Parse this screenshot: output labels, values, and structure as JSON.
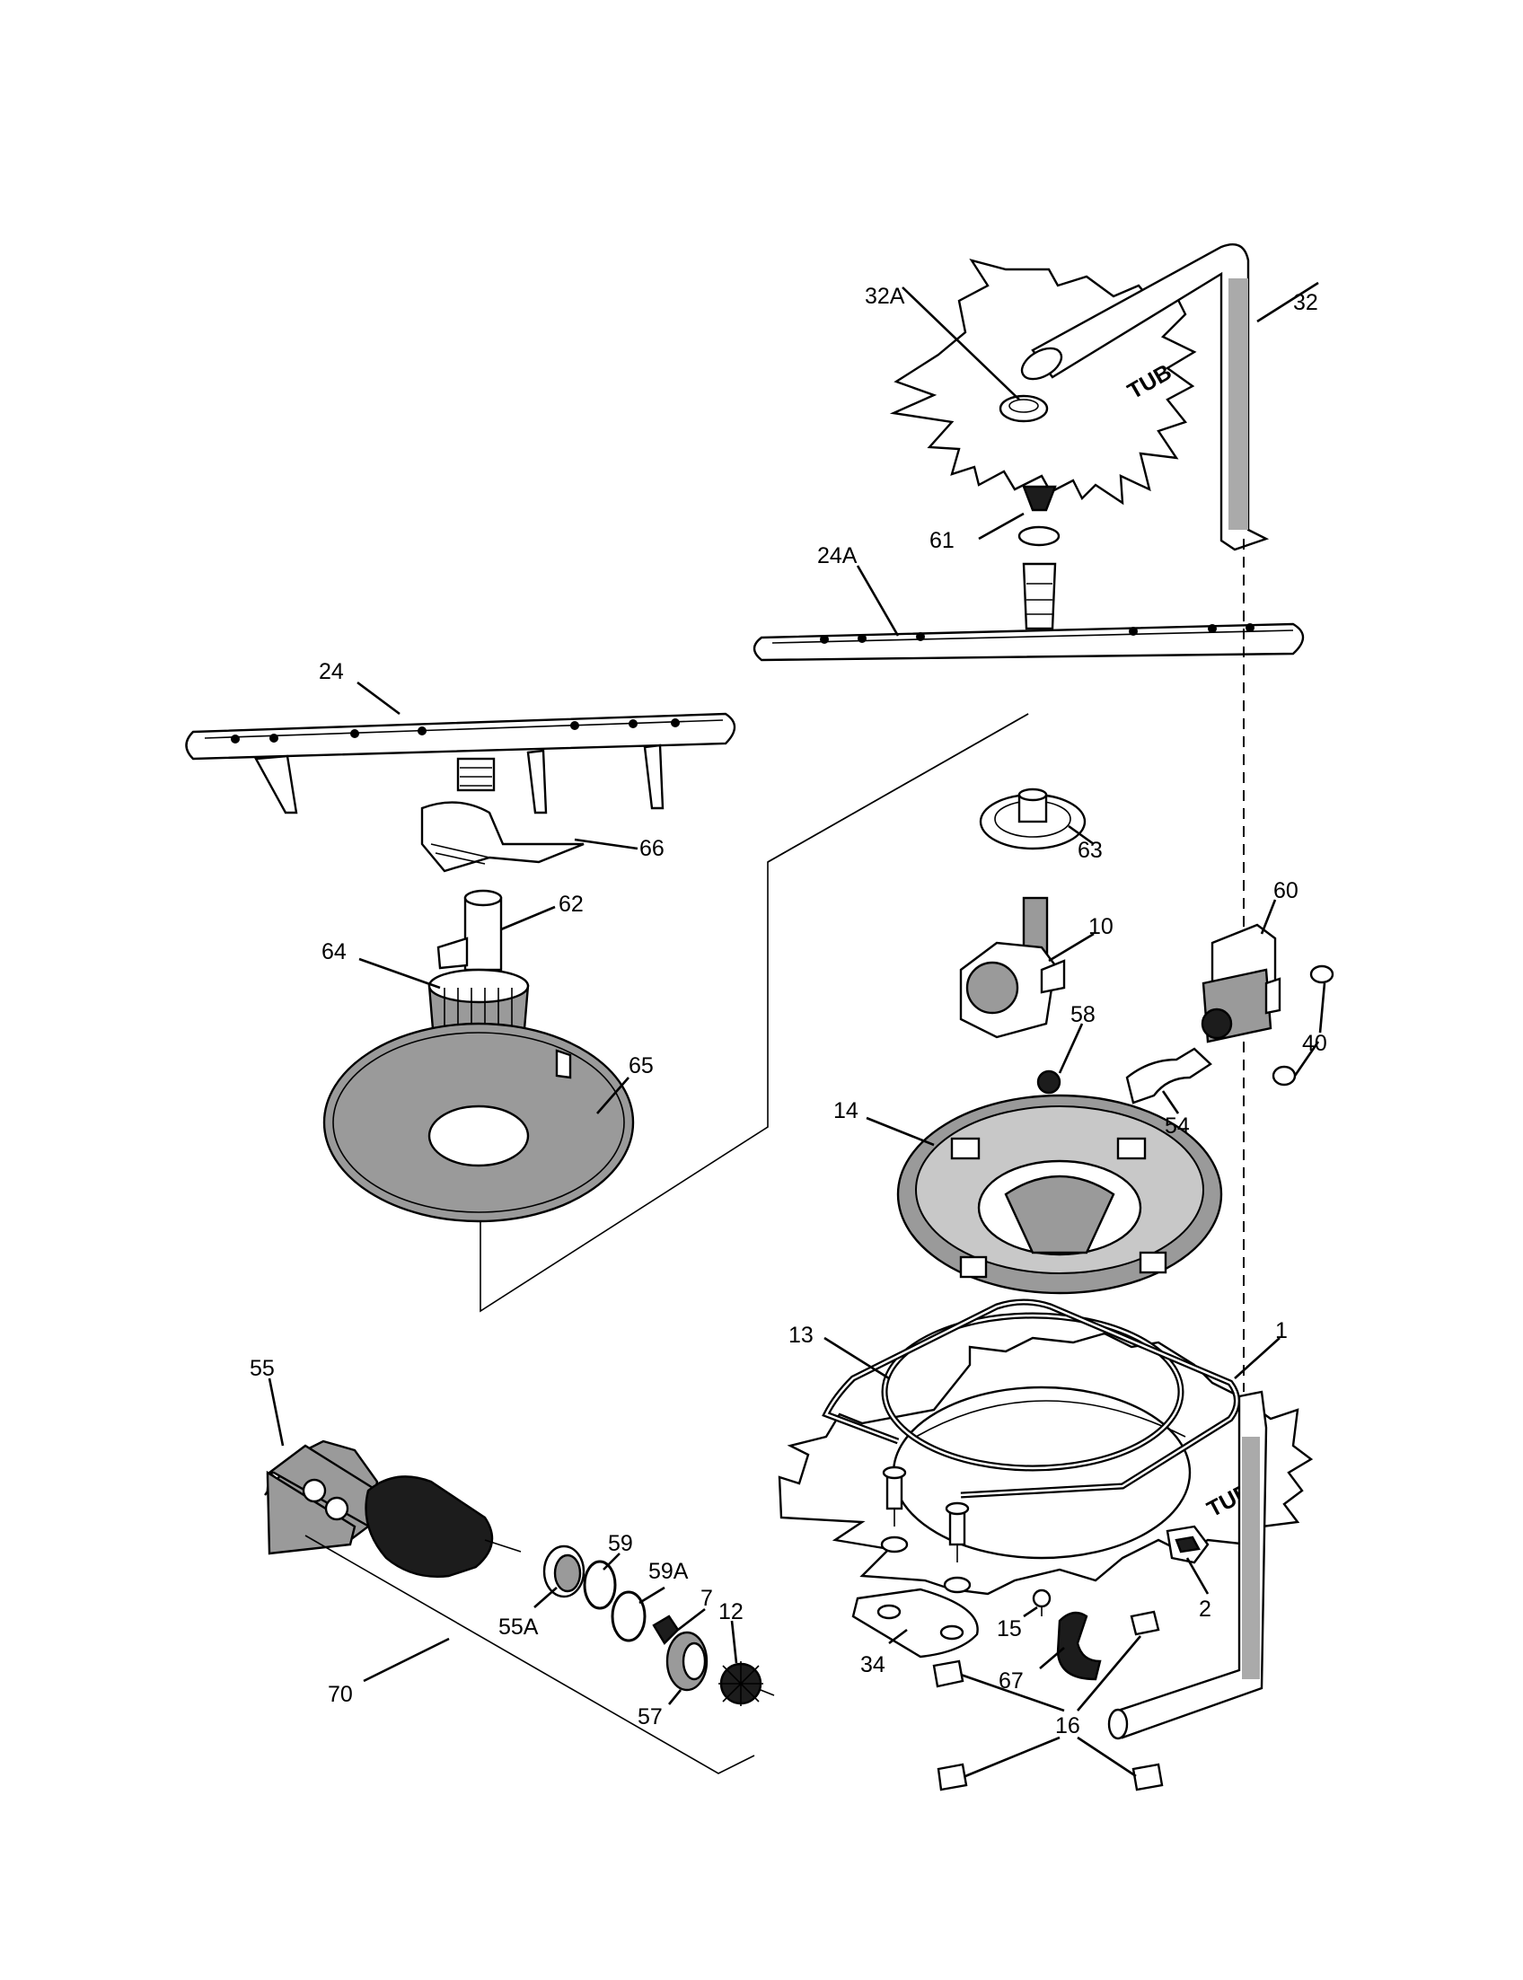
{
  "tub_labels": [
    "TUB",
    "TUB"
  ],
  "callouts": [
    {
      "id": "32A",
      "label": "32A"
    },
    {
      "id": "32",
      "label": "32"
    },
    {
      "id": "61",
      "label": "61"
    },
    {
      "id": "24A",
      "label": "24A"
    },
    {
      "id": "24",
      "label": "24"
    },
    {
      "id": "66",
      "label": "66"
    },
    {
      "id": "62",
      "label": "62"
    },
    {
      "id": "64",
      "label": "64"
    },
    {
      "id": "65",
      "label": "65"
    },
    {
      "id": "63",
      "label": "63"
    },
    {
      "id": "10",
      "label": "10"
    },
    {
      "id": "58",
      "label": "58"
    },
    {
      "id": "60",
      "label": "60"
    },
    {
      "id": "40",
      "label": "40"
    },
    {
      "id": "54",
      "label": "54"
    },
    {
      "id": "14",
      "label": "14"
    },
    {
      "id": "13",
      "label": "13"
    },
    {
      "id": "1",
      "label": "1"
    },
    {
      "id": "55",
      "label": "55"
    },
    {
      "id": "59",
      "label": "59"
    },
    {
      "id": "59A",
      "label": "59A"
    },
    {
      "id": "7",
      "label": "7"
    },
    {
      "id": "12",
      "label": "12"
    },
    {
      "id": "55A",
      "label": "55A"
    },
    {
      "id": "57",
      "label": "57"
    },
    {
      "id": "70",
      "label": "70"
    },
    {
      "id": "34",
      "label": "34"
    },
    {
      "id": "15",
      "label": "15"
    },
    {
      "id": "67",
      "label": "67"
    },
    {
      "id": "2",
      "label": "2"
    },
    {
      "id": "16",
      "label": "16"
    }
  ]
}
